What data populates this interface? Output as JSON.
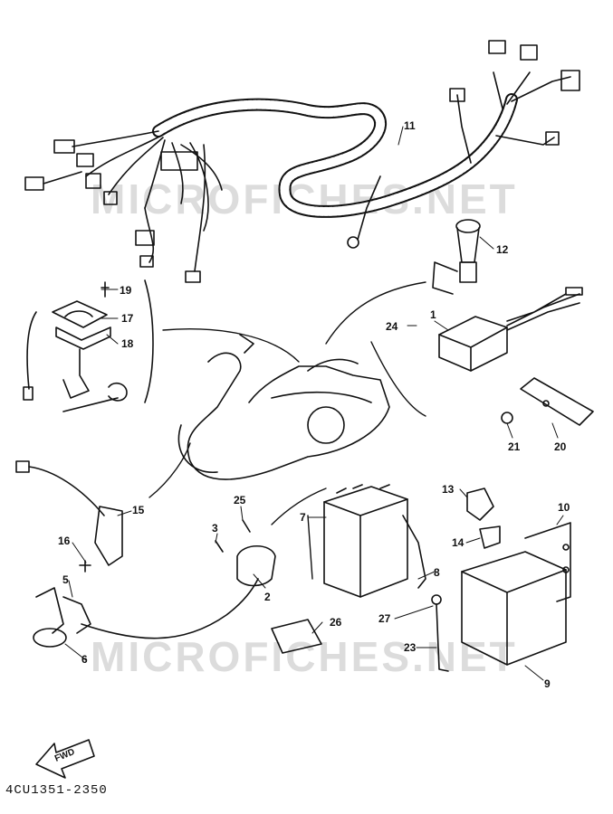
{
  "watermark": "MICROFICHES.NET",
  "reference_code": "4CU1351-2350",
  "fwd_label": "FWD",
  "callouts": [
    "1",
    "2",
    "3",
    "5",
    "6",
    "7",
    "8",
    "9",
    "10",
    "11",
    "12",
    "13",
    "14",
    "15",
    "16",
    "17",
    "18",
    "19",
    "20",
    "21",
    "23",
    "24",
    "25",
    "26",
    "27"
  ],
  "colors": {
    "line": "#111111",
    "watermark": "#dcdcdc",
    "background": "#ffffff"
  }
}
